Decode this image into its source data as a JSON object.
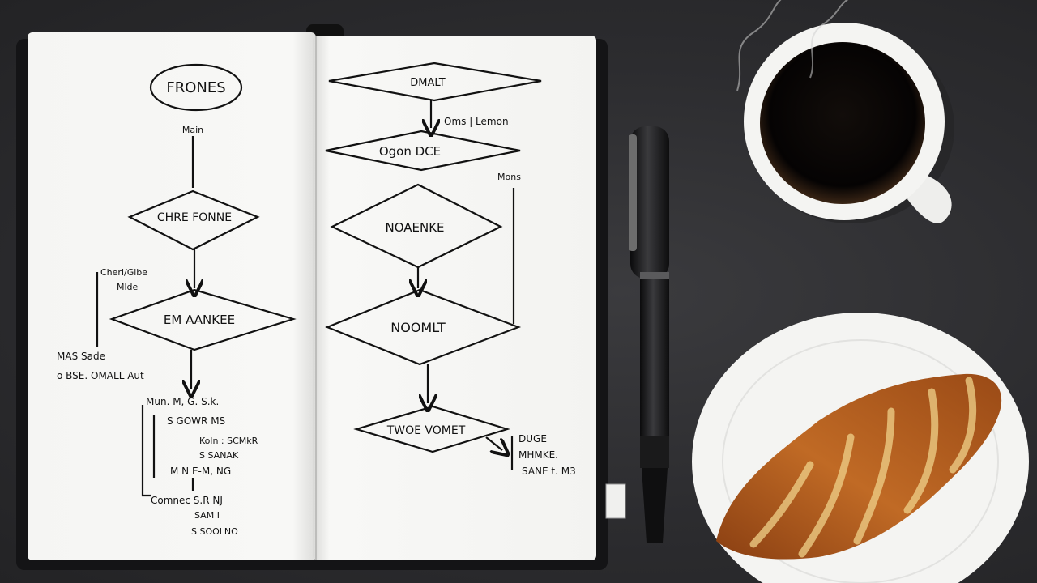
{
  "notebook": {
    "left_page": {
      "start": "FRONES",
      "label_1": "Main",
      "decision_1": "CHRE FONNE",
      "side_note_1": [
        "Cherl/Gibe",
        "Mlde"
      ],
      "decision_2": "EM AANKEE",
      "side_note_2": [
        "MAS Sade",
        "o BSE. OMALL Aut"
      ],
      "notes": [
        "Mun. M, G. S.k.",
        "S GOWR MS",
        "Koln : SCMkR",
        "S SANAK",
        "M N E-M, NG",
        "Comnec S.R NJ",
        "SAM I",
        "S SOOLNO"
      ]
    },
    "right_page": {
      "decision_top": "DMALT",
      "label_top": "Oms | Lemon",
      "process_1": "Ogon DCE",
      "side_label": "Mons",
      "decision_3": "NOAENKE",
      "decision_4": "NOOMLT",
      "decision_5": "TWOE VOMET",
      "side_note": [
        "DUGE",
        "MHMKE.",
        "SANE t. M3"
      ]
    }
  },
  "colors": {
    "desk": "#2f2f32",
    "paper": "#f7f7f5",
    "notebook_cover": "#161618",
    "coffee": "#0c0806",
    "plate": "#f4f4f2",
    "croissant": "#b8631f"
  }
}
